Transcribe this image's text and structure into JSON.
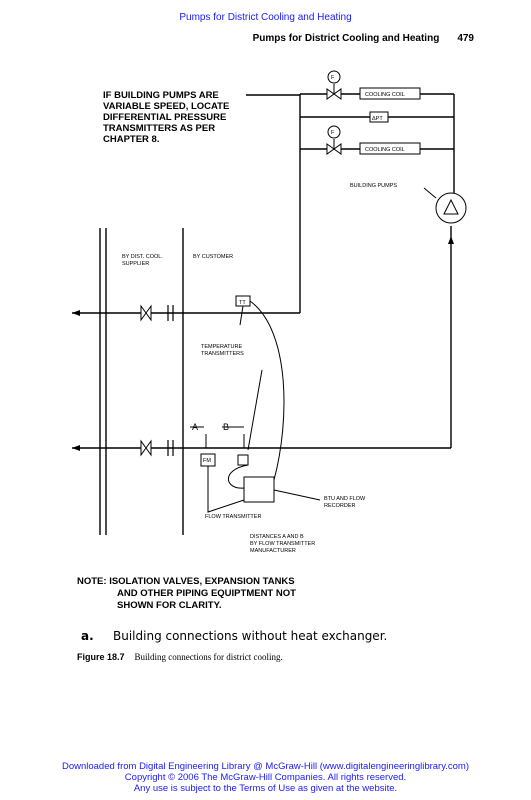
{
  "header": {
    "link_text": "Pumps for District Cooling and Heating",
    "running_title": "Pumps for District Cooling and Heating",
    "page_number": "479"
  },
  "figure": {
    "note_pumps": [
      "IF BUILDING PUMPS ARE",
      "VARIABLE SPEED, LOCATE",
      "DIFFERENTIAL PRESSURE",
      "TRANSMITTERS AS PER",
      "CHAPTER 8."
    ],
    "valve_actuator_label": "F",
    "cooling_coil_label": "COOLING COIL",
    "dp_label": "ΔPT",
    "building_pumps_label": "BUILDING PUMPS",
    "supplier_label": [
      "BY DIST. COOL.",
      "SUPPLIER"
    ],
    "customer_label": "BY CUSTOMER",
    "tt_label": "TT",
    "fm_label": "FM",
    "temp_transmitters_label": [
      "TEMPERATURE",
      "TRANSMITTERS"
    ],
    "dim_a": "A",
    "dim_b": "B",
    "btu_label": [
      "BTU AND FLOW",
      "RECORDER"
    ],
    "flow_transmitter_label": "FLOW TRANSMITTER",
    "distances_label": [
      "DISTANCES A AND B",
      "BY FLOW TRANSMITTER",
      "MANUFACTURER"
    ],
    "note_isolation": [
      "NOTE: ISOLATION VALVES, EXPANSION TANKS",
      "AND OTHER PIPING EQUIPTMENT NOT",
      "SHOWN FOR CLARITY."
    ],
    "subcaption_letter": "a.",
    "subcaption_text": "Building connections without heat exchanger."
  },
  "caption": {
    "number": "Figure 18.7",
    "text": "Building connections for district cooling."
  },
  "footer": {
    "line1": "Downloaded from Digital Engineering Library @ McGraw-Hill (www.digitalengineeringlibrary.com)",
    "line2": "Copyright © 2006 The McGraw-Hill Companies. All rights reserved.",
    "line3": "Any use is subject to the Terms of Use as given at the website."
  }
}
